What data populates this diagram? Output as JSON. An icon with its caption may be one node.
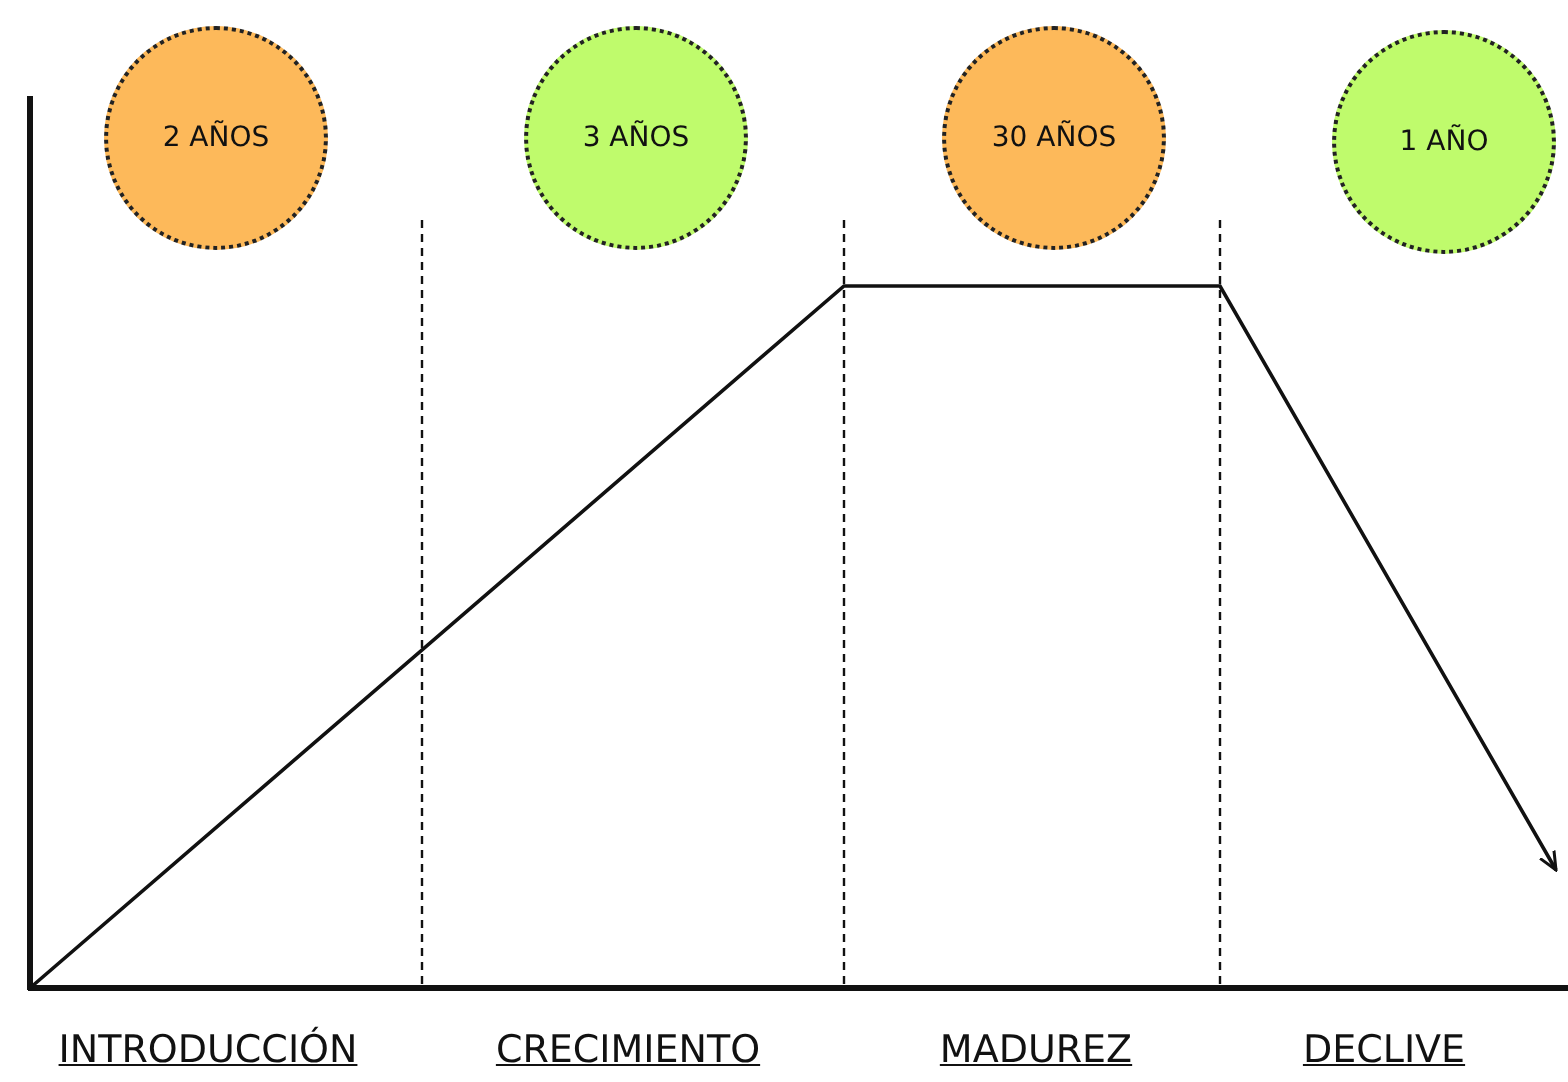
{
  "diagram": {
    "nodes": [
      {
        "text": [
          "2 AÑOS"
        ]
      },
      {
        "text": [
          "3 AÑOS"
        ]
      },
      {
        "text": [
          "30 AÑOS"
        ]
      },
      {
        "text": [
          "1 AÑO"
        ]
      }
    ],
    "labels": [
      "INTRODUCCIÓN",
      "CRECIMIENTO",
      "MADUREZ",
      "DECLIVE"
    ]
  }
}
